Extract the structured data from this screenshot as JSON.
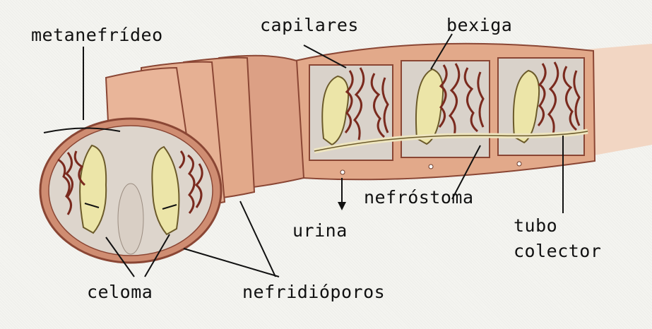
{
  "labels": {
    "metanefrideo": "metanefrídeo",
    "capilares": "capilares",
    "bexiga": "bexiga",
    "nefrostoma": "nefróstoma",
    "urina": "urina",
    "tubo_colector": "tubo\ncolector",
    "celoma": "celoma",
    "nefridioporos": "nefridióporos"
  },
  "colors": {
    "skin": "#e2a98a",
    "skin_dark": "#a8543f",
    "inner": "#ddd5cc",
    "organ": "#ece5a8",
    "vessel": "#7a2a1e"
  }
}
